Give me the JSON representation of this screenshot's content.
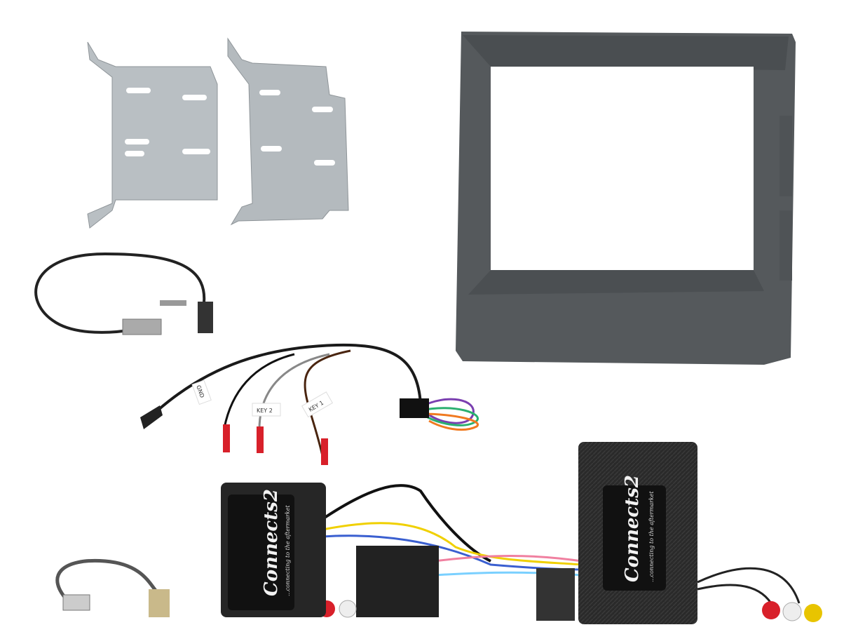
{
  "product_photo": {
    "wire_labels": {
      "gnd": "GND",
      "key2": "KEY 2",
      "key1": "KEY 1"
    },
    "left_module": {
      "brand": "Connects2",
      "tagline": "...connecting to the aftermarket"
    },
    "right_module": {
      "brand": "Connects2",
      "tagline": "...connecting to the aftermarket"
    },
    "colors": {
      "fascia": "#55595c",
      "bracket": "#b9bfc3",
      "module": "#262626",
      "terminal": "#d8202a"
    }
  }
}
